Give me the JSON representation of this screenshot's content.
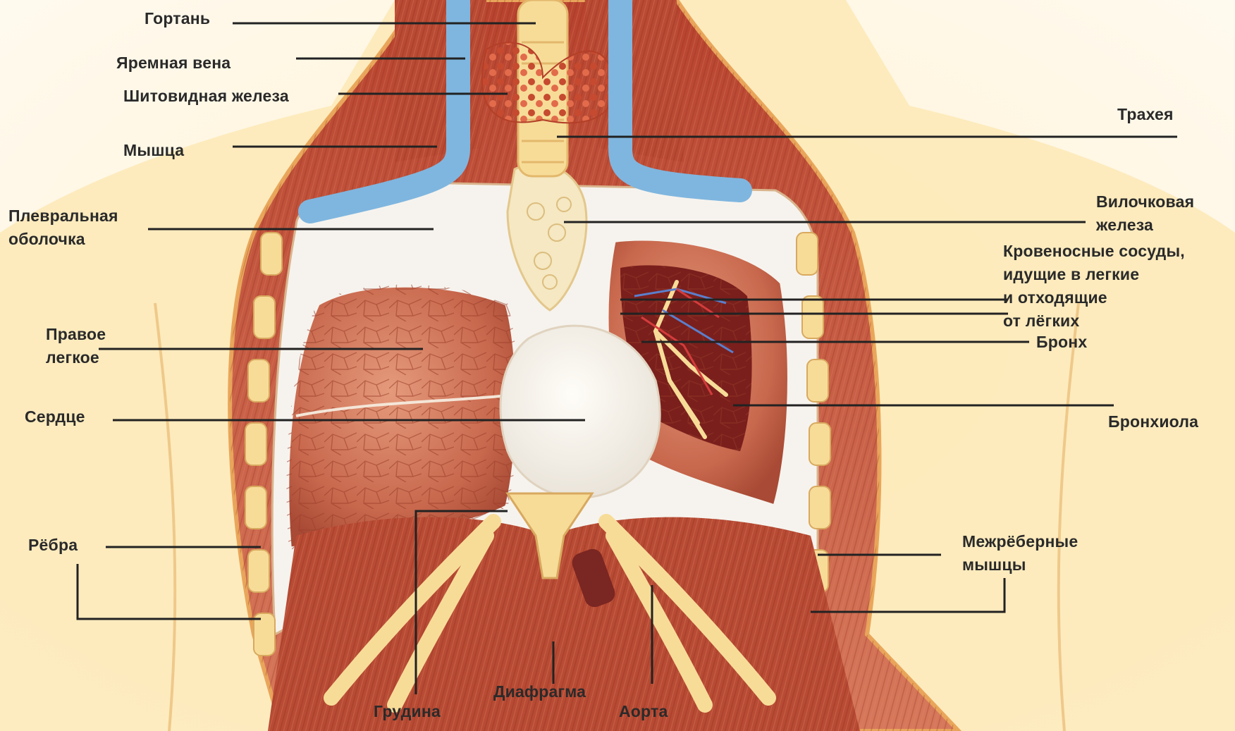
{
  "colors": {
    "skin": "#fde9b6",
    "skin_edge": "#e9a65a",
    "muscle": "#c8563a",
    "lung": "#c8684d",
    "pleura": "#f6f3ee",
    "vein": "#7fb6df",
    "bone": "#f7dc98",
    "thyroid": "#db5a3c",
    "leader_line": "#222222",
    "label_text": "#2a2a2a"
  },
  "diagram": {
    "labels": {
      "larynx": "Гортань",
      "jugular_vein": "Яремная вена",
      "thyroid": "Шитовидная железа",
      "muscle": "Мышца",
      "pleura": "Плевральная\nоболочка",
      "right_lung": "Правое\nлегкое",
      "heart": "Сердце",
      "ribs": "Рёбра",
      "sternum": "Грудина",
      "diaphragm": "Диафрагма",
      "aorta": "Аорта",
      "trachea": "Трахея",
      "thymus": "Вилочковая\nжелеза",
      "blood_vessels": "Кровеносные сосуды,\nидущие в легкие\nи отходящие\nот лёгких",
      "bronchus": "Бронх",
      "bronchiole": "Бронхиола",
      "intercostal": "Межрёберные\nмышцы"
    }
  }
}
